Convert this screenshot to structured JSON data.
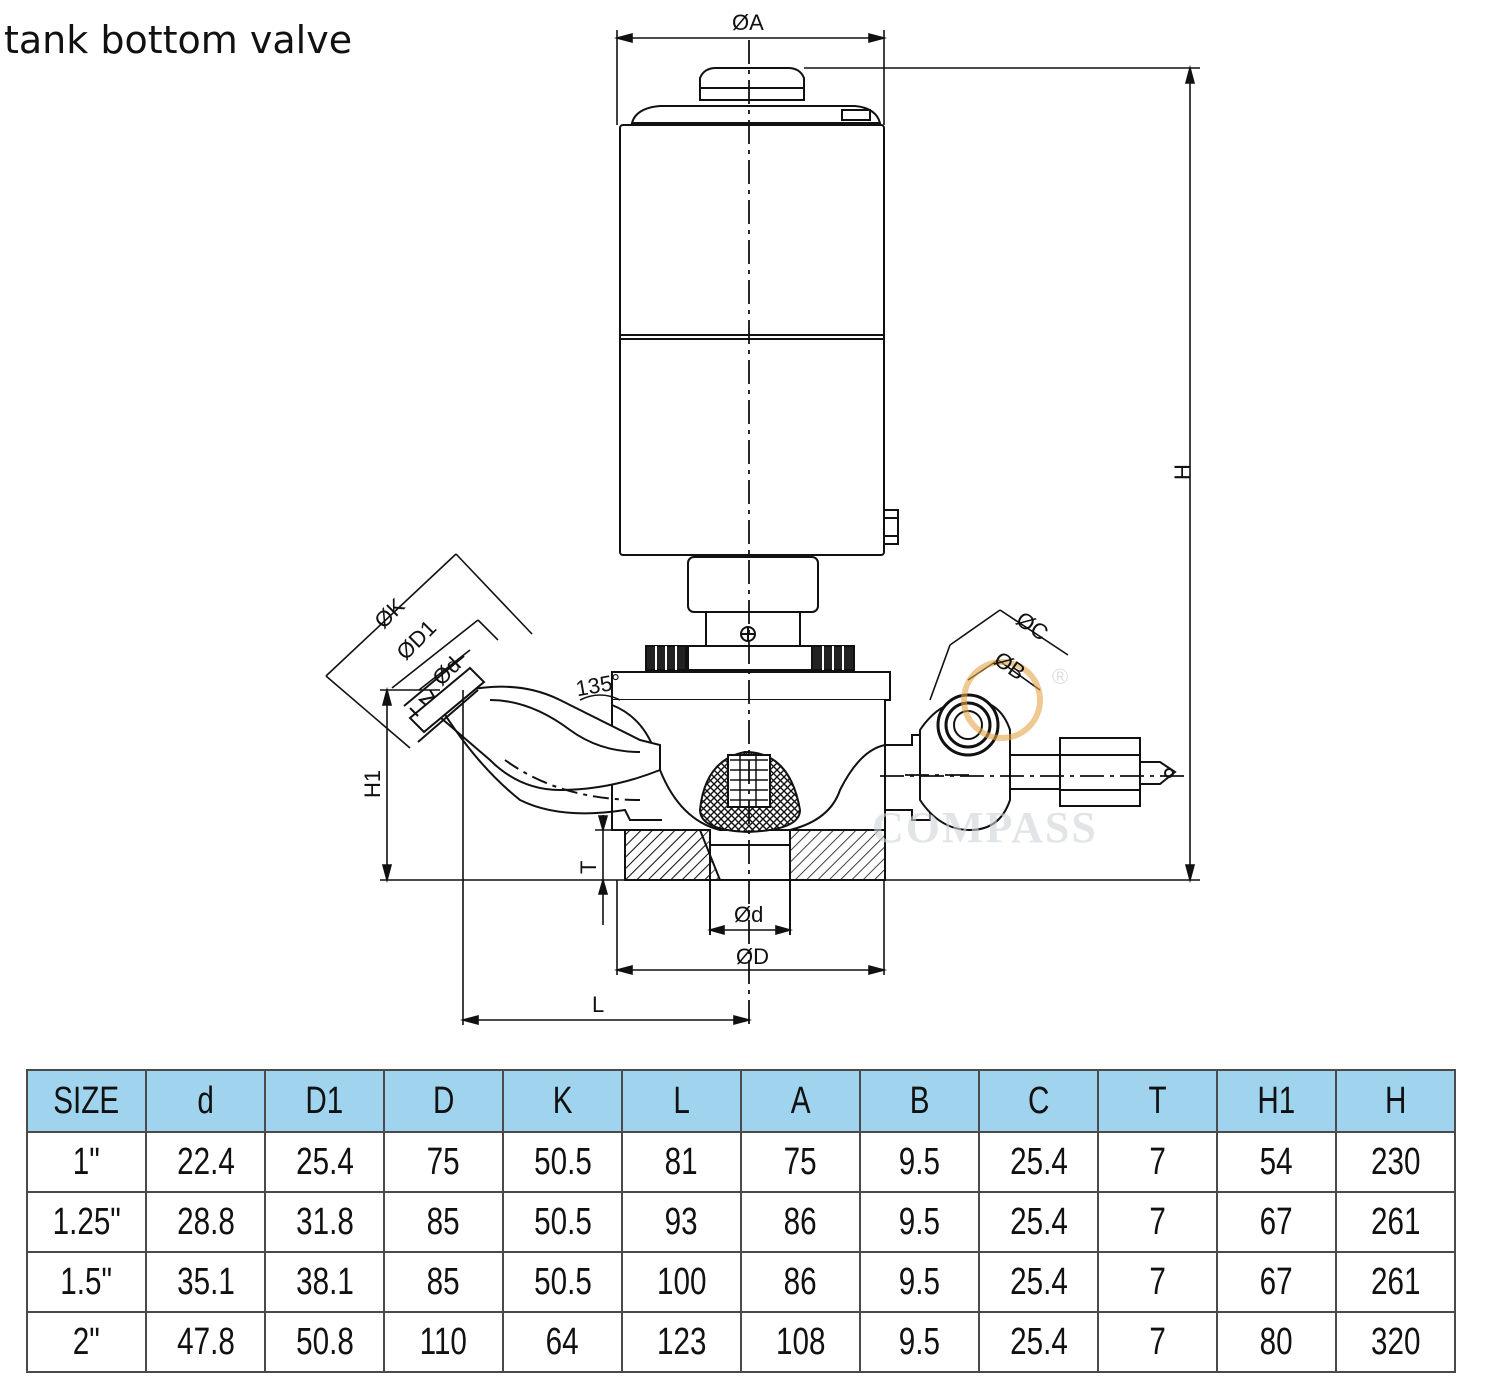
{
  "title": "tank bottom valve",
  "watermark": {
    "text": "COMPASS",
    "mark": "®"
  },
  "dimensions": {
    "phiA": "ØA",
    "H": "H",
    "phiK": "ØK",
    "phiD1": "ØD1",
    "phid_inlet": "Ød",
    "angle": "135°",
    "H1": "H1",
    "T": "T",
    "phid_outlet": "Ød",
    "phiD": "ØD",
    "L": "L",
    "phiC": "ØC",
    "phiB": "ØB"
  },
  "table": {
    "headers": [
      "SIZE",
      "d",
      "D1",
      "D",
      "K",
      "L",
      "A",
      "B",
      "C",
      "T",
      "H1",
      "H"
    ],
    "rows": [
      [
        "1\"",
        "22.4",
        "25.4",
        "75",
        "50.5",
        "81",
        "75",
        "9.5",
        "25.4",
        "7",
        "54",
        "230"
      ],
      [
        "1.25\"",
        "28.8",
        "31.8",
        "85",
        "50.5",
        "93",
        "86",
        "9.5",
        "25.4",
        "7",
        "67",
        "261"
      ],
      [
        "1.5\"",
        "35.1",
        "38.1",
        "85",
        "50.5",
        "100",
        "86",
        "9.5",
        "25.4",
        "7",
        "67",
        "261"
      ],
      [
        "2\"",
        "47.8",
        "50.8",
        "110",
        "64",
        "123",
        "108",
        "9.5",
        "25.4",
        "7",
        "80",
        "320"
      ]
    ]
  },
  "colors": {
    "header_bg": "#9fd3ee",
    "line": "#111111",
    "border": "#4a4a4a"
  }
}
